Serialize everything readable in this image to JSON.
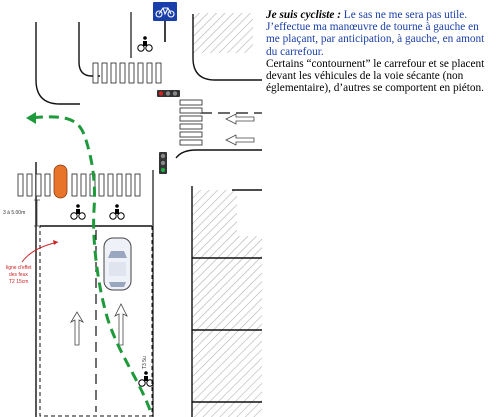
{
  "colors": {
    "accent_blue": "#1a3faa",
    "route_green": "#1e9a3a",
    "lantern_orange": "#e8742a",
    "hatch_gray": "#b0b0b0",
    "road_line": "#111111",
    "traffic_light_red": "#d22222",
    "traffic_light_green": "#22aa44"
  },
  "icons": [
    "bicycle-sign-icon",
    "cyclist-icon",
    "traffic-light-icon",
    "car-icon",
    "lane-arrow-icon"
  ],
  "text": {
    "lead": "Je suis cycliste :",
    "lead_rest": " Le sas ne me sera pas utile. J’effectue ma manœuvre de tourne à gauche en me plaçant, par anticipation, à gauche, en amont du carrefour.",
    "para2": "Certains “contournent” le carrefour et se placent devant les véhicules de la voie sécante (non églementaire), d’autres se comportent en piéton."
  },
  "labels": {
    "distance": "3 à 5.00m",
    "effect_line": [
      "ligne d’effet",
      "des feux",
      "T2 15cm"
    ],
    "t3": "T3 5u"
  }
}
